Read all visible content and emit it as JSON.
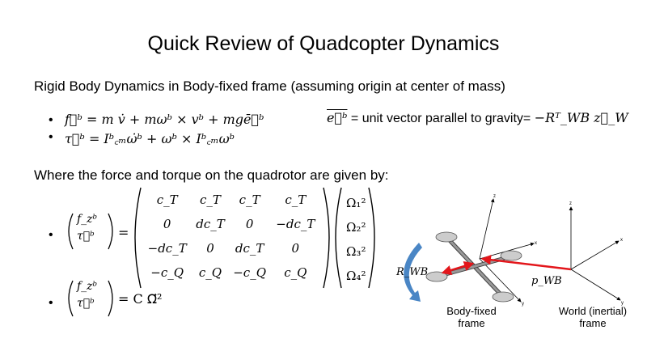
{
  "title": "Quick Review of Quadcopter Dynamics",
  "subtitle": "Rigid Body Dynamics in Body-fixed frame (assuming origin at center of mass)",
  "bullet_glyph": "•",
  "eq_force": "f⃗ᵇ = m v̇ + mωᵇ × vᵇ + mgē⃗ᵇ",
  "eq_torque": "τ⃗ᵇ = Iᵇ꜀ₘω̇ᵇ + ωᵇ × Iᵇ꜀ₘωᵇ",
  "gravity_vec": "e⃗ᵇ",
  "gravity_text": " = unit vector parallel to gravity= ",
  "gravity_eq": "−Rᵀ_WB z⃗_W",
  "where_text": "Where the force and torque on the quadrotor are given by:",
  "lhs_top": "f_zᵇ",
  "lhs_bottom": "τ⃗ᵇ",
  "equals": "=",
  "matrix": [
    [
      "c_T",
      "c_T",
      "c_T",
      "c_T"
    ],
    [
      "0",
      "dc_T",
      "0",
      "−dc_T"
    ],
    [
      "−dc_T",
      "0",
      "dc_T",
      "0"
    ],
    [
      "−c_Q",
      "c_Q",
      "−c_Q",
      "c_Q"
    ]
  ],
  "omega": [
    "Ω₁²",
    "Ω₂²",
    "Ω₃²",
    "Ω₄²"
  ],
  "eq_compact": "= C Ω⃗²",
  "diagram": {
    "rotation_label": "R_WB",
    "position_label": "p_WB",
    "body_label_1": "Body-fixed",
    "body_label_2": "frame",
    "world_label_1": "World (inertial)",
    "world_label_2": "frame",
    "axis_x": "x",
    "axis_y": "y",
    "axis_z": "z",
    "red": "#e3161b",
    "blue": "#4a86c5"
  }
}
